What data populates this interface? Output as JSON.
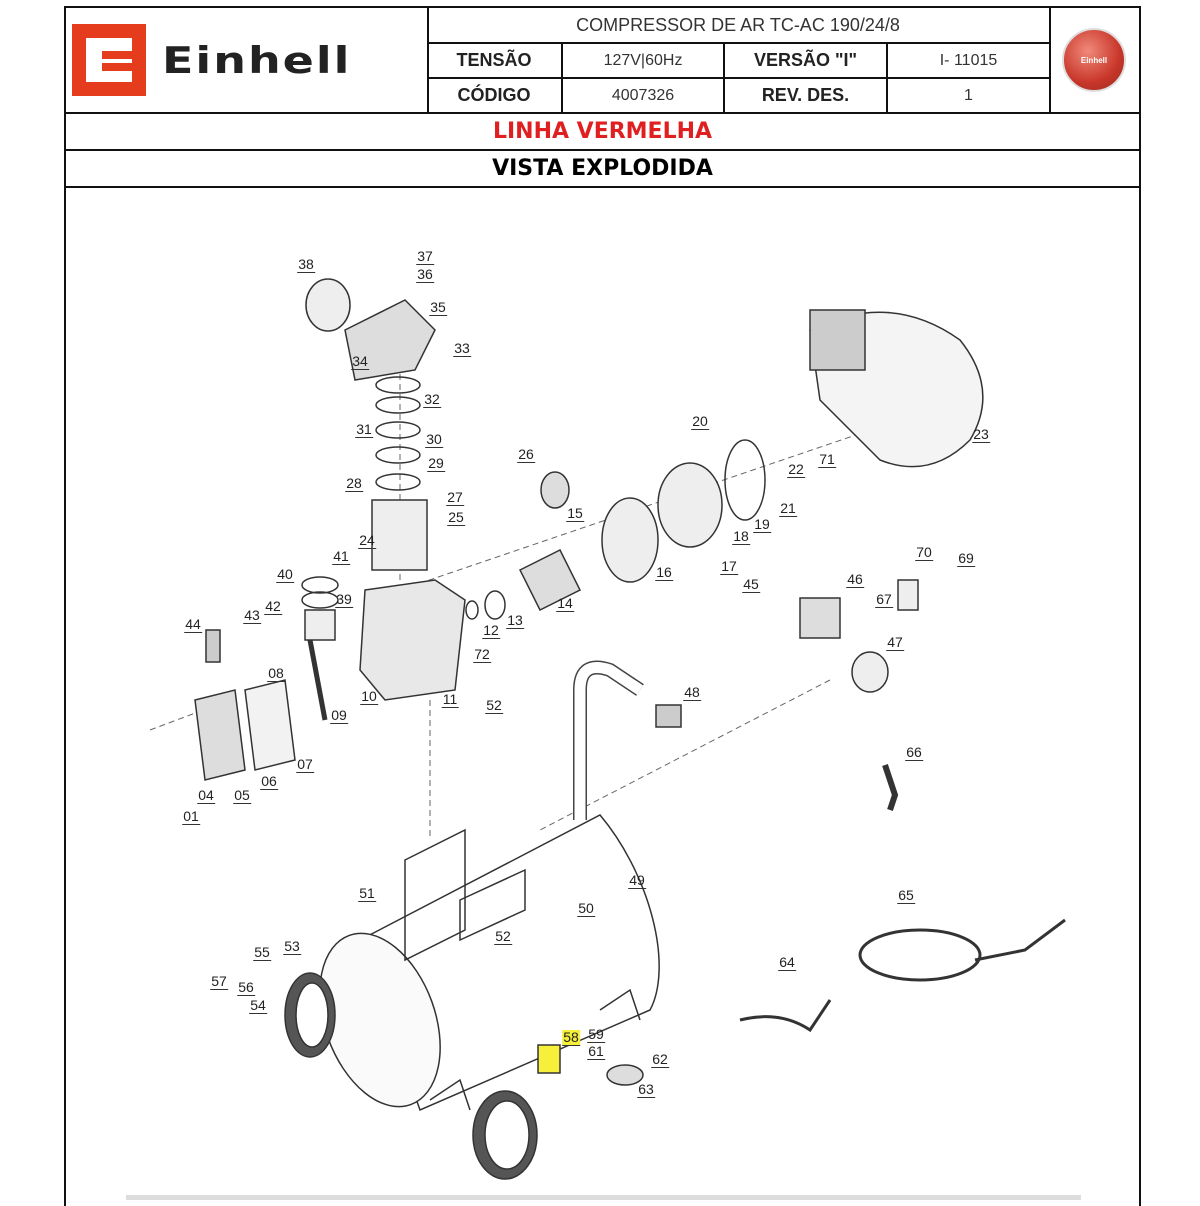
{
  "header": {
    "brand": "Einhell",
    "title": "COMPRESSOR DE AR TC-AC 190/24/8",
    "tensao_label": "TENSÃO",
    "tensao_value": "127V|60Hz",
    "versao_label": "VERSÃO \"I\"",
    "versao_value": "I- 11015",
    "codigo_label": "CÓDIGO",
    "codigo_value": "4007326",
    "rev_label": "REV. DES.",
    "rev_value": "1",
    "seal_text": "Einhell"
  },
  "line_name": "LINHA VERMELHA",
  "section_title": "VISTA EXPLODIDA",
  "colors": {
    "brand_red": "#e63c1e",
    "line_red": "#e02020",
    "highlight": "#f6f03a"
  },
  "parts": [
    "38",
    "37",
    "36",
    "35",
    "33",
    "34",
    "32",
    "31",
    "30",
    "29",
    "28",
    "27",
    "25",
    "26",
    "24",
    "20",
    "22",
    "71",
    "23",
    "21",
    "19",
    "18",
    "15",
    "16",
    "17",
    "14",
    "13",
    "12",
    "41",
    "40",
    "39",
    "42",
    "43",
    "44",
    "08",
    "72",
    "10",
    "09",
    "11",
    "52",
    "07",
    "06",
    "05",
    "04",
    "01",
    "45",
    "46",
    "70",
    "69",
    "67",
    "47",
    "48",
    "66",
    "49",
    "50",
    "51",
    "52",
    "65",
    "55",
    "53",
    "57",
    "56",
    "54",
    "64",
    "58",
    "59",
    "61",
    "62",
    "63"
  ],
  "highlighted_part": "58"
}
